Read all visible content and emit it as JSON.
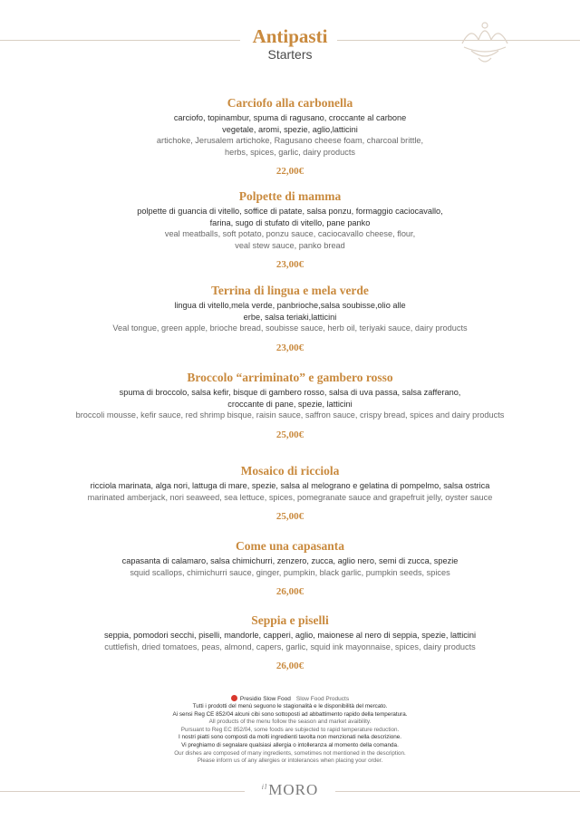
{
  "header": {
    "title": "Antipasti",
    "subtitle": "Starters"
  },
  "dishes": [
    {
      "name": "Carciofo alla carbonella",
      "it": "carciofo, topinambur, spuma di ragusano, croccante al carbone\nvegetale, aromi, spezie, aglio,latticini",
      "en": "artichoke, Jerusalem artichoke, Ragusano cheese foam, charcoal brittle,\nherbs, spices, garlic, dairy products",
      "price": "22,00€"
    },
    {
      "name": "Polpette di mamma",
      "it": "polpette di guancia di vitello, soffice di patate, salsa ponzu, formaggio caciocavallo,\nfarina, sugo di stufato di vitello, pane panko",
      "en": "veal meatballs, soft potato, ponzu sauce, caciocavallo cheese, flour,\nveal stew sauce, panko bread",
      "price": "23,00€"
    },
    {
      "name": "Terrina di lingua e mela verde",
      "it": "lingua di vitello,mela verde, panbrioche,salsa soubisse,olio alle\nerbe, salsa teriaki,latticini",
      "en": "Veal tongue, green apple, brioche bread, soubisse sauce, herb oil, teriyaki sauce, dairy products",
      "price": "23,00€"
    },
    {
      "name": "Broccolo “arriminato” e gambero rosso",
      "it": "spuma di broccolo, salsa kefir, bisque di gambero rosso, salsa di uva passa, salsa zafferano,\ncroccante di pane, spezie, latticini",
      "en": "broccoli mousse, kefir sauce, red shrimp bisque, raisin sauce, saffron sauce, crispy bread, spices and dairy products",
      "price": "25,00€"
    },
    {
      "name": "Mosaico di ricciola",
      "it": "ricciola marinata, alga nori, lattuga di mare, spezie, salsa al melograno e gelatina di pompelmo, salsa ostrica",
      "en": "marinated amberjack, nori seaweed, sea lettuce, spices, pomegranate sauce and grapefruit jelly, oyster sauce",
      "price": "25,00€"
    },
    {
      "name": "Come una capasanta",
      "it": "capasanta di calamaro, salsa chimichurri, zenzero, zucca, aglio nero, semi di zucca, spezie",
      "en": "squid scallops, chimichurri sauce, ginger, pumpkin, black garlic, pumpkin seeds, spices",
      "price": "26,00€"
    },
    {
      "name": "Seppia e piselli",
      "it": "seppia, pomodori secchi, piselli, mandorle, capperi, aglio, maionese al nero di seppia, spezie, latticini",
      "en": "cuttlefish, dried tomatoes, peas, almond, capers,  garlic, squid ink mayonnaise, spices, dairy products",
      "price": "26,00€"
    }
  ],
  "footer": {
    "slow_food": "Presidio Slow Food",
    "slow_food_sub": "Slow Food Products",
    "notes": [
      {
        "text": "Tutti i prodotti del menù seguono le stagionalità e le disponibilità del mercato.",
        "lang": "it"
      },
      {
        "text": "Ai sensi Reg CE 852/04 alcuni cibi sono sottoposti ad abbattimento rapido della temperatura.",
        "lang": "it"
      },
      {
        "text": "All products of the menu follow the season and market avaibility.",
        "lang": "en"
      },
      {
        "text": "Pursuant to Reg EC 852/04, some foods are subjected to rapid temperature reduction.",
        "lang": "en"
      },
      {
        "text": "I nostri piatti sono composti da molti ingredienti tavolta non menzionati nella descrizione.",
        "lang": "it"
      },
      {
        "text": "Vi preghiamo di segnalare qualsiasi allergia o intolleranza al momento della comanda.",
        "lang": "it"
      },
      {
        "text": "Our dishes are composed of many ingredients, sometimes not mentioned in the description.",
        "lang": "en"
      },
      {
        "text": "Please inform us of any allergies or intolerances when placing your order.",
        "lang": "en"
      }
    ],
    "logo_prefix": "il",
    "logo": "MORO"
  },
  "colors": {
    "accent": "#c98a3e",
    "rule": "#d9cfc4",
    "slow_food_dot": "#d9382e"
  },
  "icons": {
    "crest": "crown-ornament-icon",
    "slow_food": "snail-icon"
  }
}
